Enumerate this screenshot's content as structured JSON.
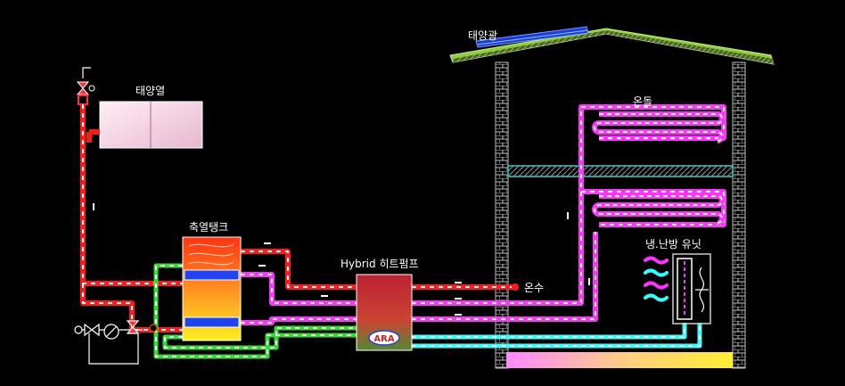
{
  "labels": {
    "solar_pv": "태양광",
    "solar_thermal": "태양열",
    "floor_heating": "온돌",
    "storage_tank": "축열탱크",
    "heat_pump": "Hybrid 히트펌프",
    "hot_water": "온수",
    "hvac_unit": "냉.난방 유닛",
    "logo": "ARA"
  },
  "colors": {
    "background": "#000000",
    "hot_line": "#ff1a1a",
    "heating_line": "#ff33ff",
    "cooling_line": "#33ffff",
    "green_line": "#33dd33",
    "roof": "#8fcf3a",
    "wall": "#cccccc",
    "solar_panel": "#2255ff",
    "heat_pump": "#cc3344",
    "floor_gradient_start": "#ff88ff",
    "floor_gradient_end": "#ffee33"
  },
  "icons": [
    "valve-icon",
    "pump-icon",
    "fan-icon",
    "wave-icon"
  ]
}
